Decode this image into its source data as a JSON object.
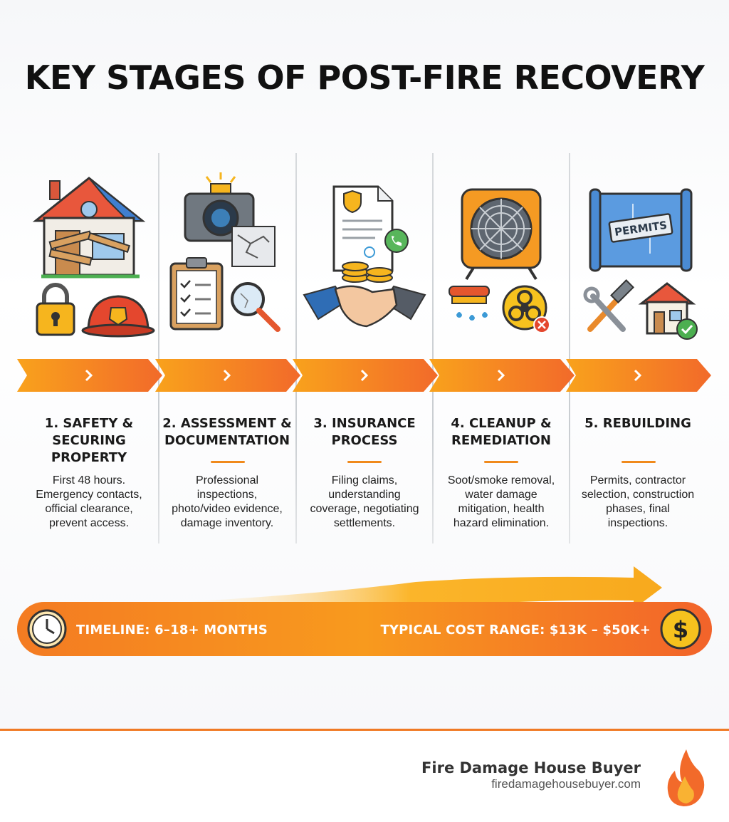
{
  "title": "KEY STAGES OF POST-FIRE RECOVERY",
  "stages": [
    {
      "title": "1. SAFETY &\nSECURING\nPROPERTY",
      "description": "First 48 hours.\nEmergency contacts,\nofficial clearance,\nprevent access."
    },
    {
      "title": "2. ASSESSMENT &\nDOCUMENTATION",
      "description": "Professional\ninspections,\nphoto/video evidence,\ndamage inventory."
    },
    {
      "title": "3. INSURANCE\nPROCESS",
      "description": "Filing claims,\nunderstanding\ncoverage, negotiating\nsettlements."
    },
    {
      "title": "4. CLEANUP &\nREMEDIATION",
      "description": "Soot/smoke removal,\nwater damage\nmitigation, health\nhazard elimination."
    },
    {
      "title": "5. REBUILDING",
      "description": "Permits, contractor\nselection, construction\nphases, final\ninspections."
    }
  ],
  "icons": {
    "stage1": [
      "damaged-house-icon",
      "padlock-icon",
      "firefighter-helmet-icon"
    ],
    "stage2": [
      "camera-icon",
      "cracked-wall-icon",
      "checklist-clipboard-icon",
      "magnifier-icon"
    ],
    "stage3": [
      "insurance-document-icon",
      "phone-icon",
      "coins-icon",
      "handshake-icon"
    ],
    "stage4": [
      "industrial-fan-icon",
      "scrub-brush-icon",
      "biohazard-icon"
    ],
    "stage5": [
      "blueprint-icon",
      "hammer-wrench-icon",
      "approved-house-icon"
    ]
  },
  "permits_label": "PERMITS",
  "timeline_label": "TIMELINE: 6–18+ MONTHS",
  "cost_label": "TYPICAL COST RANGE: $13K – $50K+",
  "cost_symbol": "$",
  "brand": {
    "name": "Fire Damage House Buyer",
    "url": "firedamagehousebuyer.com"
  },
  "colors": {
    "accent_orange": "#f7931e",
    "deep_orange": "#f26b2a",
    "yellow": "#fbb52a",
    "dark": "#1c1c1c"
  }
}
